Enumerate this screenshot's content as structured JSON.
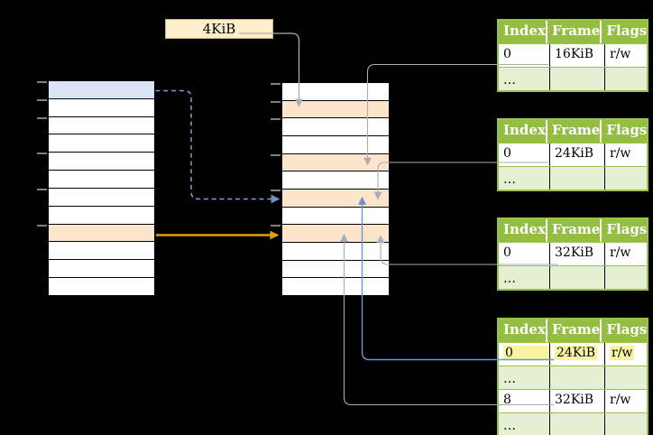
{
  "page_size_label": {
    "text": "4KiB"
  },
  "memory_columns": {
    "virtual": {
      "rows": 12,
      "highlights": [
        {
          "row": 0,
          "color": "blue"
        },
        {
          "row": 8,
          "color": "orange"
        }
      ],
      "ticks": [
        0,
        1,
        2,
        4,
        6,
        8
      ]
    },
    "physical": {
      "rows": 12,
      "highlights": [
        {
          "row": 1,
          "color": "orange"
        },
        {
          "row": 4,
          "color": "orange"
        },
        {
          "row": 6,
          "color": "orange"
        },
        {
          "row": 8,
          "color": "orange"
        }
      ],
      "ticks": [
        0,
        1,
        2,
        4,
        6,
        8
      ]
    }
  },
  "page_tables": [
    {
      "headers": [
        "Index",
        "Frame",
        "Flags"
      ],
      "rows": [
        {
          "type": "data",
          "cells": [
            "0",
            "16KiB",
            "r/w"
          ]
        },
        {
          "type": "ellipsis",
          "cells": [
            "…",
            "",
            ""
          ]
        }
      ]
    },
    {
      "headers": [
        "Index",
        "Frame",
        "Flags"
      ],
      "rows": [
        {
          "type": "data",
          "cells": [
            "0",
            "24KiB",
            "r/w"
          ]
        },
        {
          "type": "ellipsis",
          "cells": [
            "…",
            "",
            ""
          ]
        }
      ]
    },
    {
      "headers": [
        "Index",
        "Frame",
        "Flags"
      ],
      "rows": [
        {
          "type": "data",
          "cells": [
            "0",
            "32KiB",
            "r/w"
          ]
        },
        {
          "type": "ellipsis",
          "cells": [
            "…",
            "",
            ""
          ]
        }
      ]
    },
    {
      "headers": [
        "Index",
        "Frame",
        "Flags"
      ],
      "rows": [
        {
          "type": "data",
          "cells": [
            "0",
            "24KiB",
            "r/w"
          ],
          "highlighted": true
        },
        {
          "type": "ellipsis",
          "cells": [
            "…",
            "",
            ""
          ]
        },
        {
          "type": "data",
          "cells": [
            "8",
            "32KiB",
            "r/w"
          ]
        },
        {
          "type": "ellipsis",
          "cells": [
            "…",
            "",
            ""
          ]
        }
      ]
    }
  ],
  "arrows": [
    {
      "name": "label-to-physical-row-1",
      "style": "gray-solid"
    },
    {
      "name": "table1-row0-to-physical-row-4",
      "style": "gray-solid"
    },
    {
      "name": "table2-row0-to-physical-row-6",
      "style": "gray-solid"
    },
    {
      "name": "table3-row0-to-physical-row-8",
      "style": "gray-solid"
    },
    {
      "name": "table4-row0-to-physical-row-6",
      "style": "blue-solid"
    },
    {
      "name": "table4-row2-to-physical-row-8",
      "style": "gray-solid"
    },
    {
      "name": "virtual-row-0-to-physical-row-6",
      "style": "blue-dashed"
    },
    {
      "name": "virtual-row-8-to-physical-row-8",
      "style": "orange-solid"
    }
  ],
  "colors": {
    "background": "#000000",
    "frame_highlight_orange": "#FDE5CC",
    "virtual_page_highlight_blue": "#D9E5F4",
    "label_box_fill": "#FBF0CB",
    "table_header_green": "#94BE41",
    "table_row_light_green": "#E5EFD2",
    "table_border_green": "#9CC24B",
    "cell_highlight_yellow": "#FAF3A2",
    "arrow_gray": "#ACACAC",
    "arrow_blue": "#6E93C8",
    "arrow_dashed_blue": "#7FA1D4",
    "arrow_orange": "#DFA004"
  }
}
